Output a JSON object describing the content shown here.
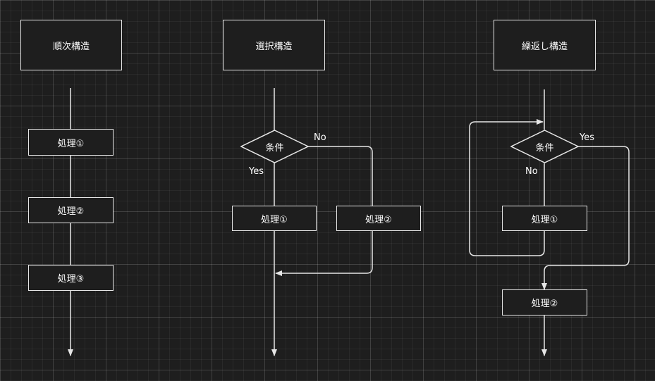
{
  "columns": {
    "sequence": {
      "title": "順次構造",
      "steps": [
        "処理①",
        "処理②",
        "処理③"
      ]
    },
    "selection": {
      "title": "選択構造",
      "condition": "条件",
      "yes": "Yes",
      "no": "No",
      "step1": "処理①",
      "step2": "処理②"
    },
    "loop": {
      "title": "繰返し構造",
      "condition": "条件",
      "yes": "Yes",
      "no": "No",
      "step1": "処理①",
      "step2": "処理②"
    }
  },
  "colors": {
    "background": "#1e1e1e",
    "line": "#e6e6e6",
    "text": "#ffffff"
  }
}
